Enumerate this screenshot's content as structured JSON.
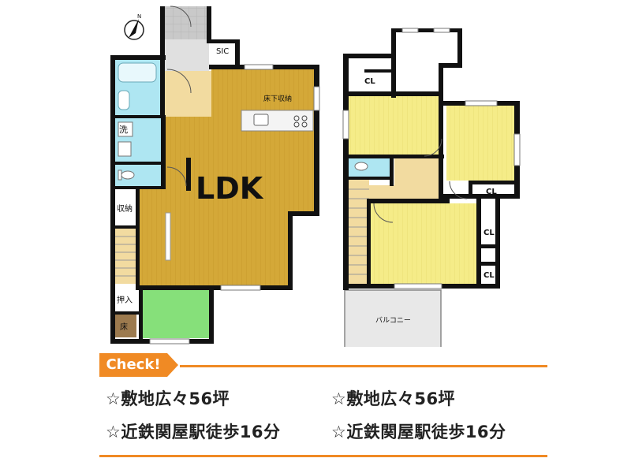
{
  "floor1": {
    "rooms": {
      "ldk": "LDK",
      "sic": "SIC",
      "underfloor": "床下収納",
      "wash": "洗",
      "storage": "収納",
      "closet": "押入",
      "tokonoma": "床"
    }
  },
  "floor2": {
    "rooms": {
      "cl_top": "CL",
      "cl_right1": "CL",
      "cl_right2": "CL",
      "cl_right3": "CL",
      "balcony": "バルコニー"
    }
  },
  "check": {
    "badge": "Check!",
    "items": [
      "☆敷地広々56坪",
      "☆敷地広々56坪",
      "☆近鉄関屋駅徒歩16分",
      "☆近鉄関屋駅徒歩16分"
    ]
  },
  "colors": {
    "ldk_floor": "#d4a838",
    "bedroom": "#f5ec88",
    "tatami": "#86e07a",
    "bath": "#aee6f2",
    "hall": "#f2dba0",
    "wall": "#111111",
    "accent": "#f08a24"
  },
  "icons": {
    "compass": "north-arrow-icon"
  }
}
